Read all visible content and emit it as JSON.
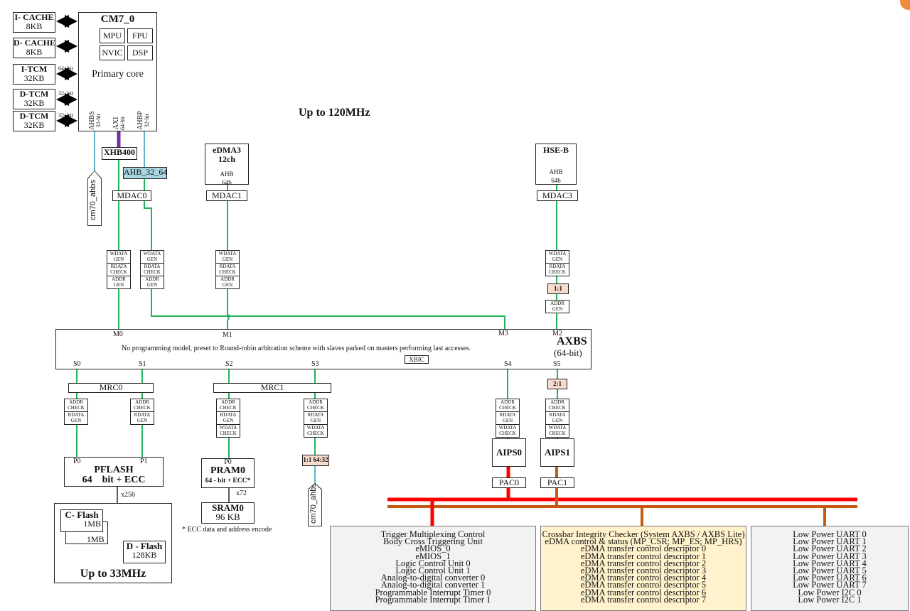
{
  "colors": {
    "green": "#22b35a",
    "lightblue": "#5fb7cc",
    "purple": "#7030a0",
    "red": "#ff0000",
    "orange": "#c55a11",
    "ahb_fill": "#a9d7df",
    "ratio_fill": "#f8dccb",
    "edma_fill": "#fff2cc",
    "periph_fill": "#f2f2f2"
  },
  "memories": [
    {
      "name": "I- CACHE",
      "size": "8KB"
    },
    {
      "name": "D- CACHE",
      "size": "8KB"
    },
    {
      "name": "I-TCM",
      "size": "32KB",
      "bus": "64- bit"
    },
    {
      "name": "D-TCM",
      "size": "32KB",
      "bus": "32- bit"
    },
    {
      "name": "D-TCM",
      "size": "32KB",
      "bus": "32- bit"
    }
  ],
  "core": {
    "title": "CM7_0",
    "units": [
      "MPU",
      "FPU",
      "NVIC",
      "DSP"
    ],
    "subtitle": "Primary core",
    "ports": [
      {
        "name": "AHBS",
        "width": "32-bit"
      },
      {
        "name": "AXI",
        "width": "64-bit"
      },
      {
        "name": "AHBP",
        "width": "32-bit"
      }
    ]
  },
  "freq_main": "Up to 120MHz",
  "xhb": "XHB400",
  "ahb_conv": "AHB_32_64",
  "cm70_ahbs": "cm70_ahbs",
  "mdac": [
    "MDAC0",
    "MDAC1",
    "MDAC3"
  ],
  "edma": {
    "title": "eDMA3",
    "sub": "12ch",
    "bus": "AHB",
    "width": "64b"
  },
  "hse": {
    "title": "HSE-B",
    "bus": "AHB",
    "width": "64b"
  },
  "master_stack": [
    "WDATA GEN",
    "RDATA CHECK",
    "ADDR GEN"
  ],
  "hse_stack": [
    "WDATA GEN",
    "RDATA CHECK"
  ],
  "hse_ratio": "1:1",
  "hse_addr": "ADDR GEN",
  "axbs": {
    "masters": [
      "M0",
      "M1",
      "M3",
      "M2"
    ],
    "desc": "No programming model, preset to Round-robin arbitration scheme with slaves parked on masters performing last accesses.",
    "title": "AXBS",
    "width": "(64-bit)",
    "xbic": "XBIC",
    "slaves": [
      "S0",
      "S1",
      "S2",
      "S3",
      "S4",
      "S5"
    ]
  },
  "mrc": [
    "MRC0",
    "MRC1"
  ],
  "s5_ratio": "2:1",
  "flash_stack": [
    "ADDR CHECK",
    "RDATA GEN"
  ],
  "slave_stack": [
    "ADDR CHECK",
    "RDATA GEN",
    "WDATA CHECK"
  ],
  "pflash": {
    "p0": "P0",
    "p1": "P1",
    "title": "PFLASH",
    "desc": "64    bit + ECC",
    "mult": "x256"
  },
  "flash": {
    "cflash": "C- Flash",
    "c1": "1MB",
    "c2": "1MB",
    "dflash": "D - Flash",
    "dsize": "128KB",
    "freq": "Up to 33MHz"
  },
  "pram": {
    "p0": "P0",
    "title": "PRAM0",
    "desc": "64 - bit + ECC*",
    "mult": "x72"
  },
  "sram": {
    "title": "SRAM0",
    "size": "96 KB"
  },
  "ecc_note": "* ECC data and address encode",
  "s3_ratio": "1:1 64:32",
  "aips": [
    "AIPS0",
    "AIPS1"
  ],
  "pac": [
    "PAC0",
    "PAC1"
  ],
  "periph": [
    [
      "Trigger Multiplexing Control",
      "Body Cross Triggering Unit",
      "eMIOS_0",
      "eMIOS_1",
      "Logic Control Unit 0",
      "Logic Control Unit 1",
      "Analog-to-digital converter 0",
      "Analog-to-digital converter 1",
      "Programmable Interrupt Timer 0",
      "Programmable Interrupt Timer 1"
    ],
    [
      "Crossbar Integrity Checker (System AXBS / AXBS Lite)",
      "eDMA control & status (MP_CSR; MP_ES; MP_HRS)",
      "eDMA transfer control descriptor 0",
      "eDMA transfer control descriptor 1",
      "eDMA transfer control descriptor 2",
      "eDMA transfer control descriptor 3",
      "eDMA transfer control descriptor 4",
      "eDMA transfer control descriptor 5",
      "eDMA transfer control descriptor 6",
      "eDMA transfer control descriptor 7"
    ],
    [
      "Low Power UART 0",
      "Low Power UART 1",
      "Low Power UART 2",
      "Low Power UART 3",
      "Low Power UART 4",
      "Low Power UART 5",
      "Low Power UART 6",
      "Low Power UART 7",
      "Low Power I2C 0",
      "Low Power I2C 1"
    ]
  ]
}
